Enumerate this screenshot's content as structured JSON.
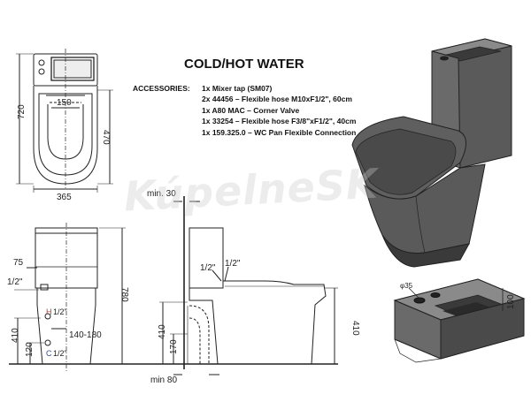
{
  "title": "COLD/HOT WATER",
  "accessories": {
    "label": "ACCESSORIES:",
    "items": [
      "1x Mixer tap (SM07)",
      "2x 44456 – Flexible hose M10xF1/2\", 60cm",
      "1x A80 MAC – Corner Valve",
      "1x 33254 – Flexible hose F3/8\"xF1/2\", 40cm",
      "1x 159.325.0 – WC Pan Flexible Connection"
    ]
  },
  "watermark": "KúpelneSK",
  "dimensions": {
    "top_height": "720",
    "top_depth": "470",
    "top_inner": "150",
    "top_width": "365",
    "front_75": "75",
    "front_half_left": "1/2\"",
    "front_h": "H",
    "front_h_half": "1/2\"",
    "front_c": "C",
    "front_c_half": "1/2\"",
    "front_410": "410",
    "front_120": "120",
    "front_range": "140-180",
    "front_780": "780",
    "side_min30": "min. 30",
    "side_half1": "1/2\"",
    "side_half2": "1/2\"",
    "side_410": "410",
    "side_170": "170",
    "side_min80": "min 80",
    "side_410_right": "410",
    "tank_100": "100",
    "tank_phi": "φ35"
  },
  "colors": {
    "line": "#222222",
    "body_fill": "#5a5a5a",
    "body_dark": "#3a3a3a",
    "body_light": "#8a8a8a",
    "hot": "#c0392b",
    "cold": "#2e4a9e"
  }
}
